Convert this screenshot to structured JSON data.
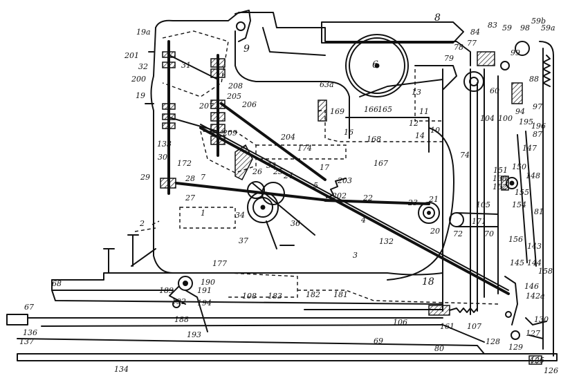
{
  "labels": [
    {
      "text": "8"
    },
    {
      "text": "6"
    },
    {
      "text": "9"
    },
    {
      "text": "19a"
    },
    {
      "text": "201"
    },
    {
      "text": "32"
    },
    {
      "text": "31"
    },
    {
      "text": "200"
    },
    {
      "text": "208"
    },
    {
      "text": "19"
    },
    {
      "text": "207"
    },
    {
      "text": "205"
    },
    {
      "text": "206"
    },
    {
      "text": "209"
    },
    {
      "text": "63a"
    },
    {
      "text": "169"
    },
    {
      "text": "166"
    },
    {
      "text": "165"
    },
    {
      "text": "16"
    },
    {
      "text": "168"
    },
    {
      "text": "167"
    },
    {
      "text": "14"
    },
    {
      "text": "13"
    },
    {
      "text": "12"
    },
    {
      "text": "11"
    },
    {
      "text": "10"
    },
    {
      "text": "74"
    },
    {
      "text": "204"
    },
    {
      "text": "174"
    },
    {
      "text": "17"
    },
    {
      "text": "203"
    },
    {
      "text": "202"
    },
    {
      "text": "172"
    },
    {
      "text": "133"
    },
    {
      "text": "30"
    },
    {
      "text": "29"
    },
    {
      "text": "28"
    },
    {
      "text": "7"
    },
    {
      "text": "27"
    },
    {
      "text": "26"
    },
    {
      "text": "25"
    },
    {
      "text": "24"
    },
    {
      "text": "33"
    },
    {
      "text": "5"
    },
    {
      "text": "22"
    },
    {
      "text": "23"
    },
    {
      "text": "21"
    },
    {
      "text": "20"
    },
    {
      "text": "105"
    },
    {
      "text": "171"
    },
    {
      "text": "72"
    },
    {
      "text": "70"
    },
    {
      "text": "1"
    },
    {
      "text": "2"
    },
    {
      "text": "4"
    },
    {
      "text": "36"
    },
    {
      "text": "34"
    },
    {
      "text": "37"
    },
    {
      "text": "132"
    },
    {
      "text": "3"
    },
    {
      "text": "18"
    },
    {
      "text": "177"
    },
    {
      "text": "190"
    },
    {
      "text": "191"
    },
    {
      "text": "189"
    },
    {
      "text": "192"
    },
    {
      "text": "194"
    },
    {
      "text": "188"
    },
    {
      "text": "193"
    },
    {
      "text": "108"
    },
    {
      "text": "183"
    },
    {
      "text": "182"
    },
    {
      "text": "181"
    },
    {
      "text": "106"
    },
    {
      "text": "161"
    },
    {
      "text": "107"
    },
    {
      "text": "68"
    },
    {
      "text": "67"
    },
    {
      "text": "69"
    },
    {
      "text": "80"
    },
    {
      "text": "136"
    },
    {
      "text": "137"
    },
    {
      "text": "134"
    },
    {
      "text": "84"
    },
    {
      "text": "83"
    },
    {
      "text": "59"
    },
    {
      "text": "98"
    },
    {
      "text": "59b"
    },
    {
      "text": "59a"
    },
    {
      "text": "78"
    },
    {
      "text": "77"
    },
    {
      "text": "99"
    },
    {
      "text": "79"
    },
    {
      "text": "88"
    },
    {
      "text": "60"
    },
    {
      "text": "94"
    },
    {
      "text": "97"
    },
    {
      "text": "195"
    },
    {
      "text": "100"
    },
    {
      "text": "104"
    },
    {
      "text": "196"
    },
    {
      "text": "87"
    },
    {
      "text": "147"
    },
    {
      "text": "151"
    },
    {
      "text": "150"
    },
    {
      "text": "138"
    },
    {
      "text": "148"
    },
    {
      "text": "152"
    },
    {
      "text": "155"
    },
    {
      "text": "154"
    },
    {
      "text": "81"
    },
    {
      "text": "156"
    },
    {
      "text": "143"
    },
    {
      "text": "145"
    },
    {
      "text": "144"
    },
    {
      "text": "158"
    },
    {
      "text": "146"
    },
    {
      "text": "142a"
    },
    {
      "text": "130"
    },
    {
      "text": "127"
    },
    {
      "text": "128"
    },
    {
      "text": "129"
    },
    {
      "text": "125"
    },
    {
      "text": "126"
    }
  ]
}
